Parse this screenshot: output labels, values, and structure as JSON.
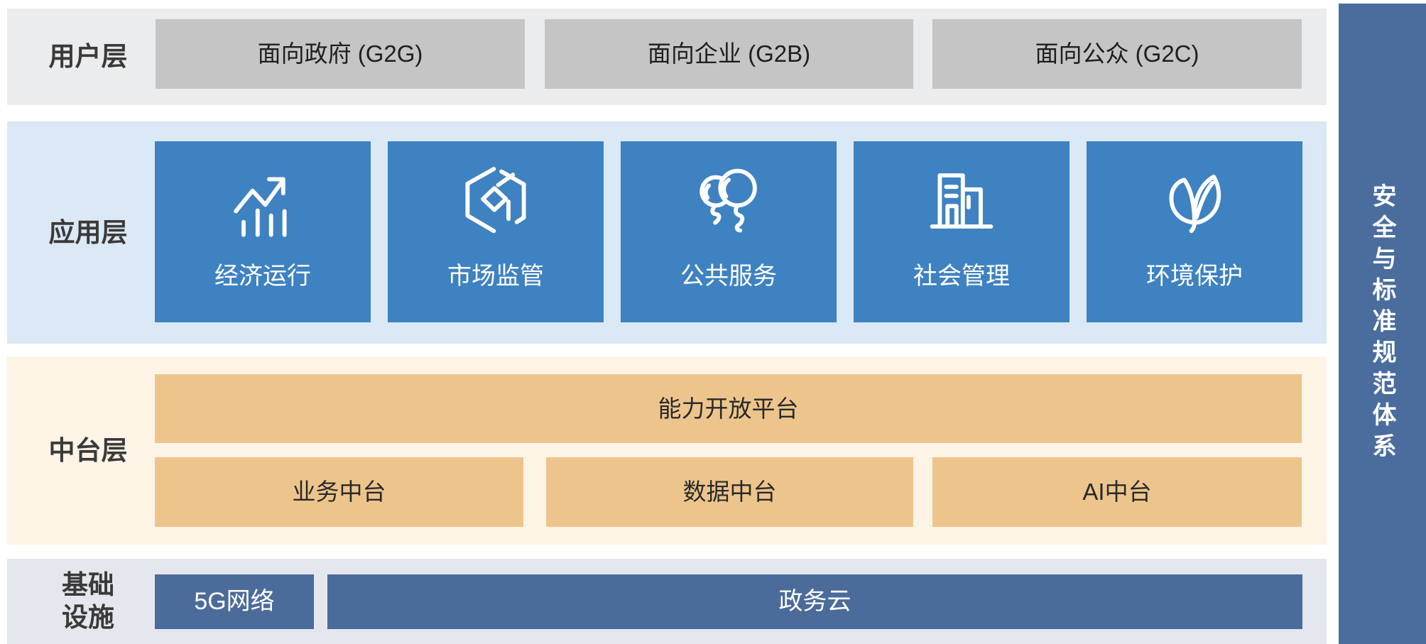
{
  "side_bar": {
    "label": "安全与标准规范体系"
  },
  "user_layer": {
    "label": "用户层",
    "boxes": [
      {
        "label": "面向政府 (G2G)"
      },
      {
        "label": "面向企业 (G2B)"
      },
      {
        "label": "面向公众 (G2C)"
      }
    ]
  },
  "app_layer": {
    "label": "应用层",
    "boxes": [
      {
        "label": "经济运行",
        "icon": "trend-chart-icon"
      },
      {
        "label": "市场监管",
        "icon": "hexagon-cube-icon"
      },
      {
        "label": "公共服务",
        "icon": "balloons-icon"
      },
      {
        "label": "社会管理",
        "icon": "buildings-icon"
      },
      {
        "label": "环境保护",
        "icon": "leaf-icon"
      }
    ]
  },
  "platform_layer": {
    "label": "中台层",
    "top_box": {
      "label": "能力开放平台"
    },
    "boxes": [
      {
        "label": "业务中台"
      },
      {
        "label": "数据中台"
      },
      {
        "label": "AI中台"
      }
    ]
  },
  "infra_layer": {
    "label": "基础\n设施",
    "boxes": [
      {
        "label": "5G网络"
      },
      {
        "label": "政务云"
      }
    ]
  },
  "colors": {
    "user_row_bg": "#ebeced",
    "user_box": "#c5c5c6",
    "app_row_bg": "#dbe8f5",
    "app_box": "#3e82c1",
    "platform_row_bg": "#fdf4e6",
    "platform_box": "#edc58c",
    "infra_row_bg": "#e4e7ed",
    "infra_box": "#4b6b9a",
    "side_bar_bg": "#4a6d9e",
    "box_text_dark": "#1f1f1f",
    "box_text_light": "#ffffff"
  }
}
